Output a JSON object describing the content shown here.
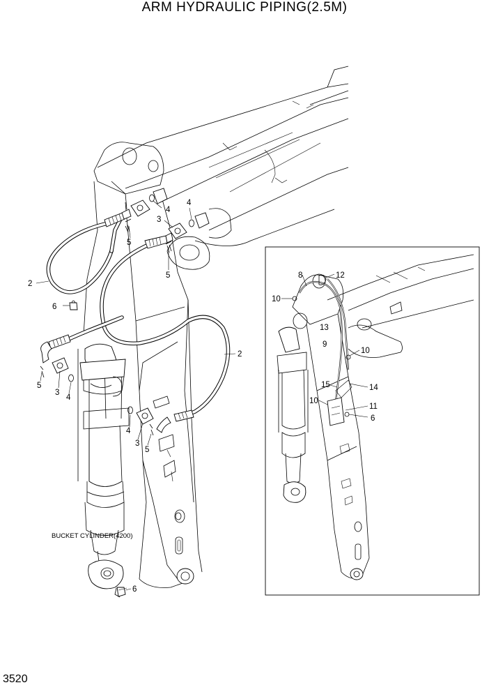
{
  "title": "ARM HYDRAULIC PIPING(2.5M)",
  "page_number": "3520",
  "note": "BUCKET CYLINDER(4200)",
  "main_callouts": {
    "c2a": "2",
    "c2b": "2",
    "c3a": "3",
    "c3b": "3",
    "c3c": "3",
    "c4a": "4",
    "c4b": "4",
    "c4c": "4",
    "c4d": "4",
    "c5a": "5",
    "c5b": "5",
    "c5c": "5",
    "c5d": "5",
    "c6a": "6",
    "c6b": "6"
  },
  "inset_callouts": {
    "c8": "8",
    "c12": "12",
    "c10a": "10",
    "c13": "13",
    "c9": "9",
    "c10b": "10",
    "c15": "15",
    "c14": "14",
    "c10c": "10",
    "c11": "11",
    "c6": "6"
  }
}
